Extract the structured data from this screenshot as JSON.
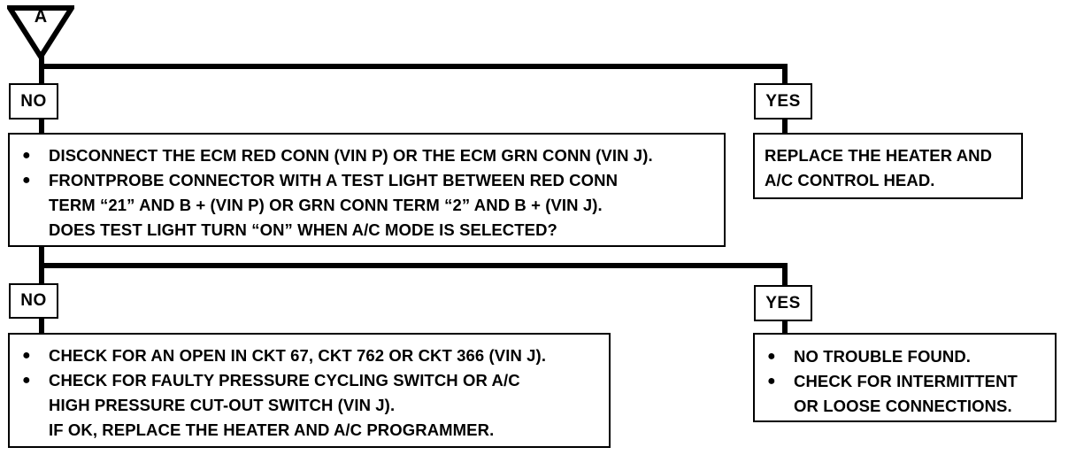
{
  "marker": {
    "letter": "A"
  },
  "step1": {
    "no_label": "NO",
    "yes_label": "YES",
    "yes_box": {
      "lines": [
        "REPLACE THE HEATER AND",
        "A/C CONTROL HEAD."
      ]
    },
    "no_box": {
      "bullets": [
        {
          "lines": [
            "DISCONNECT THE ECM RED CONN (VIN P) OR THE ECM GRN CONN (VIN J)."
          ]
        },
        {
          "lines": [
            "FRONTPROBE CONNECTOR WITH A TEST LIGHT BETWEEN RED CONN",
            "TERM “21” AND B + (VIN P) OR GRN CONN TERM “2” AND B + (VIN J).",
            "DOES TEST LIGHT TURN “ON” WHEN A/C MODE IS SELECTED?"
          ]
        }
      ]
    }
  },
  "step2": {
    "no_label": "NO",
    "yes_label": "YES",
    "no_box": {
      "bullets": [
        {
          "lines": [
            "CHECK FOR AN OPEN IN CKT 67, CKT 762 OR CKT 366 (VIN J)."
          ]
        },
        {
          "lines": [
            "CHECK FOR FAULTY PRESSURE CYCLING SWITCH OR A/C",
            "HIGH PRESSURE CUT-OUT SWITCH (VIN J).",
            "IF OK, REPLACE THE HEATER AND A/C PROGRAMMER."
          ]
        }
      ]
    },
    "yes_box": {
      "bullets": [
        {
          "lines": [
            "NO TROUBLE FOUND."
          ]
        },
        {
          "lines": [
            "CHECK FOR INTERMITTENT",
            "OR LOOSE CONNECTIONS."
          ]
        }
      ]
    }
  }
}
